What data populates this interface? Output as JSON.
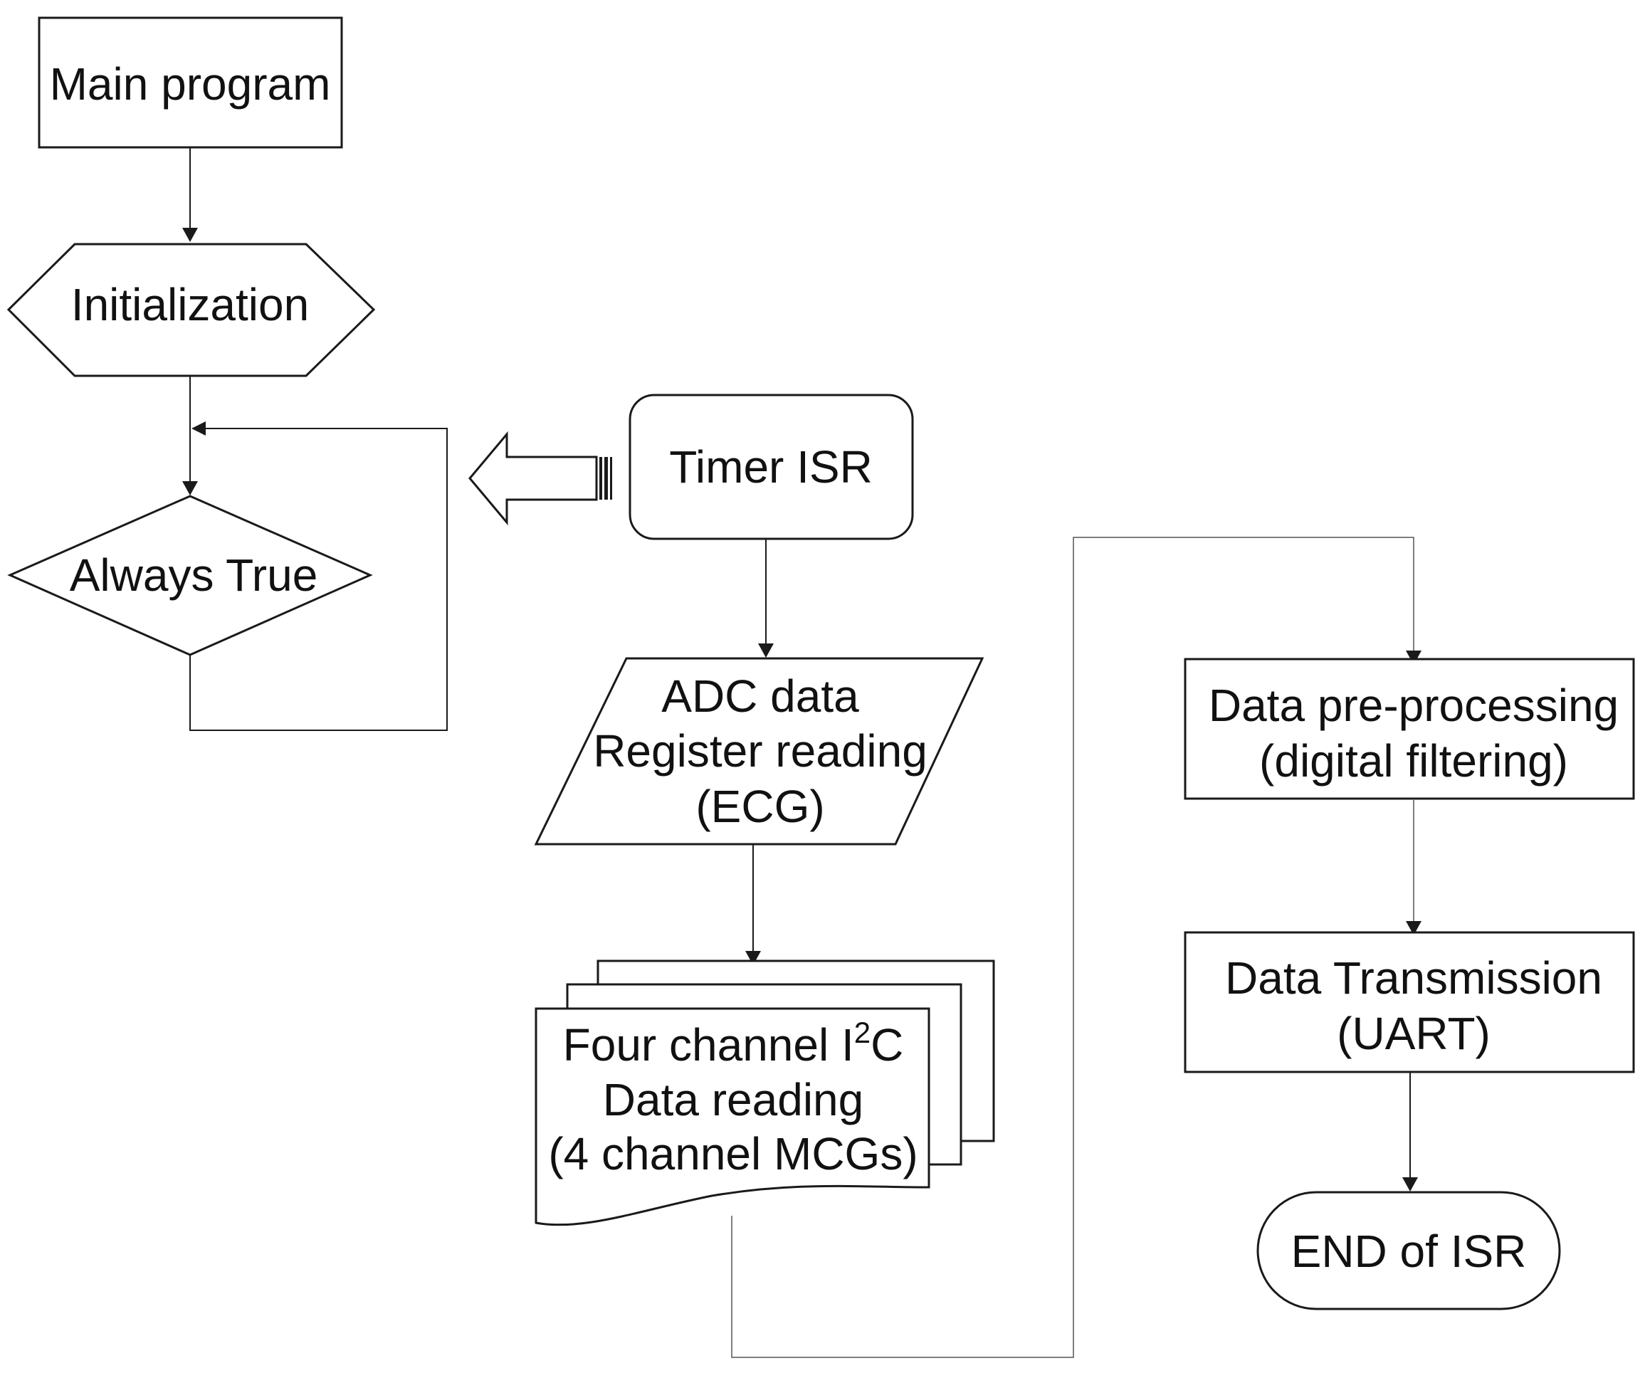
{
  "diagram": {
    "nodes": {
      "main_program": {
        "text": "Main program"
      },
      "initialization": {
        "text": "Initialization"
      },
      "always_true": {
        "text": "Always True"
      },
      "timer_isr": {
        "text": "Timer ISR"
      },
      "adc_read": {
        "lines": [
          "ADC data",
          "Register reading",
          "(ECG)"
        ]
      },
      "i2c_read": {
        "line1_prefix": "Four channel I",
        "line1_sup": "2",
        "line1_suffix": "C",
        "line2": "Data reading",
        "line3": "(4 channel MCGs)"
      },
      "preprocessing": {
        "lines": [
          "Data pre-processing",
          "(digital filtering)"
        ]
      },
      "transmission": {
        "lines": [
          "Data Transmission",
          "(UART)"
        ]
      },
      "end_isr": {
        "text": "END of ISR"
      }
    },
    "colors": {
      "stroke": "#1a1a1a",
      "background": "#ffffff"
    }
  }
}
